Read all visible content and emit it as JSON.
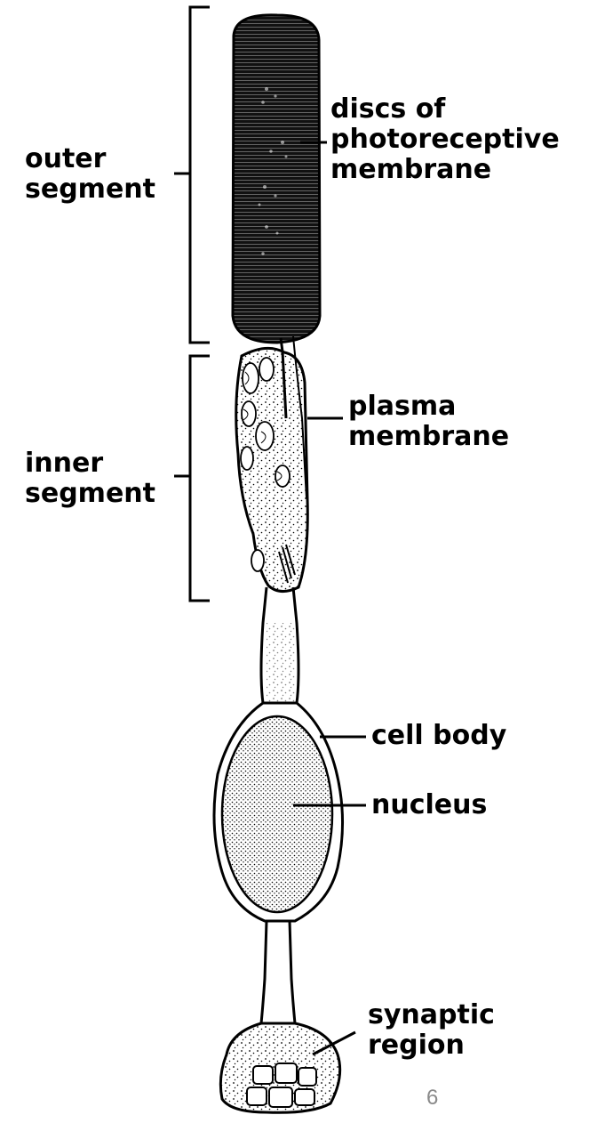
{
  "labels": {
    "outer_segment": [
      "outer",
      "segment"
    ],
    "discs": [
      "discs of",
      "photoreceptive",
      "membrane"
    ],
    "inner_segment": [
      "inner",
      "segment"
    ],
    "plasma_membrane": [
      "plasma",
      "membrane"
    ],
    "cell_body": "cell body",
    "nucleus": "nucleus",
    "synaptic_region": [
      "synaptic",
      "region"
    ]
  },
  "page_number": "6",
  "colors": {
    "ink": "#000000",
    "paper": "#ffffff",
    "page_number": "#8a8a8a"
  }
}
